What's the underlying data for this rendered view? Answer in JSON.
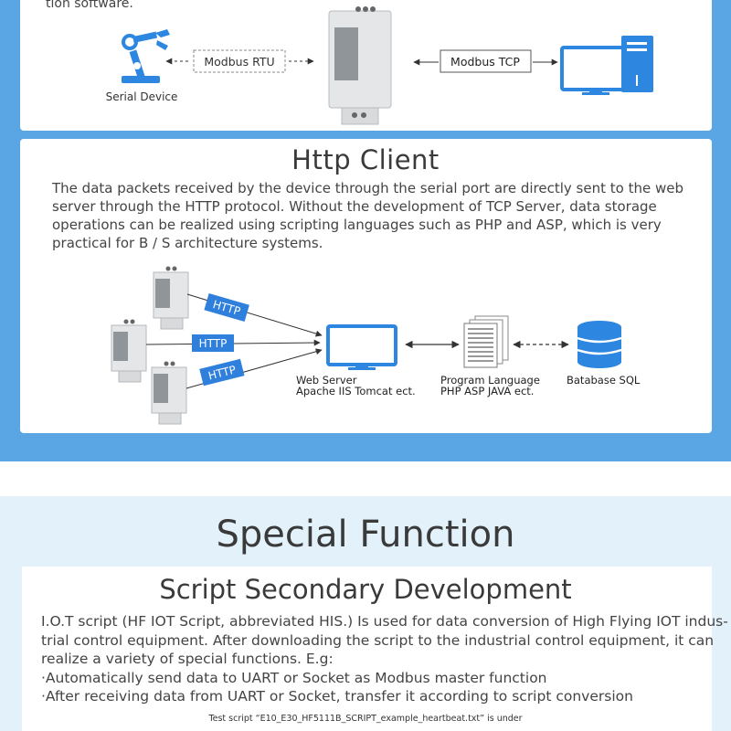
{
  "top_section": {
    "partial_text": "tion software.",
    "serial_device_label": "Serial Device",
    "modbus_rtu_label": "Modbus RTU",
    "modbus_tcp_label": "Modbus TCP"
  },
  "http_client": {
    "title": "Http Client",
    "description": "The data packets received by the device through the serial port are directly sent to the web server through the HTTP protocol. Without the development of TCP Server, data storage operations can be realized using scripting languages such as PHP and ASP, which is very practical for B / S architecture systems.",
    "http_tag": "HTTP",
    "web_server_line1": "Web Server",
    "web_server_line2": "Apache IIS Tomcat ect.",
    "program_language_line1": "Program Language",
    "program_language_line2": "PHP ASP JAVA ect.",
    "database_label": "Batabase SQL"
  },
  "special_function": {
    "title": "Special Function",
    "script_title": "Script Secondary Development",
    "lines": [
      "I.O.T script (HF IOT Script, abbreviated HIS.) Is used for data conversion of High Flying IOT indus-",
      "trial control equipment. After downloading the script to the industrial control equipment, it can",
      "realize a variety of special functions. E.g:",
      "·Automatically send data to UART or Socket as Modbus master function",
      "·After receiving data from UART or Socket, transfer it according to script conversion"
    ],
    "test_script_line": "Test script  “E10_E30_HF5111B_SCRIPT_example_heartbeat.txt”  is under"
  },
  "colors": {
    "accent_blue": "#5aa6e4",
    "icon_blue": "#2d86e0",
    "tag_blue": "#2f7fdc",
    "light_bg": "#e3f1fb"
  }
}
